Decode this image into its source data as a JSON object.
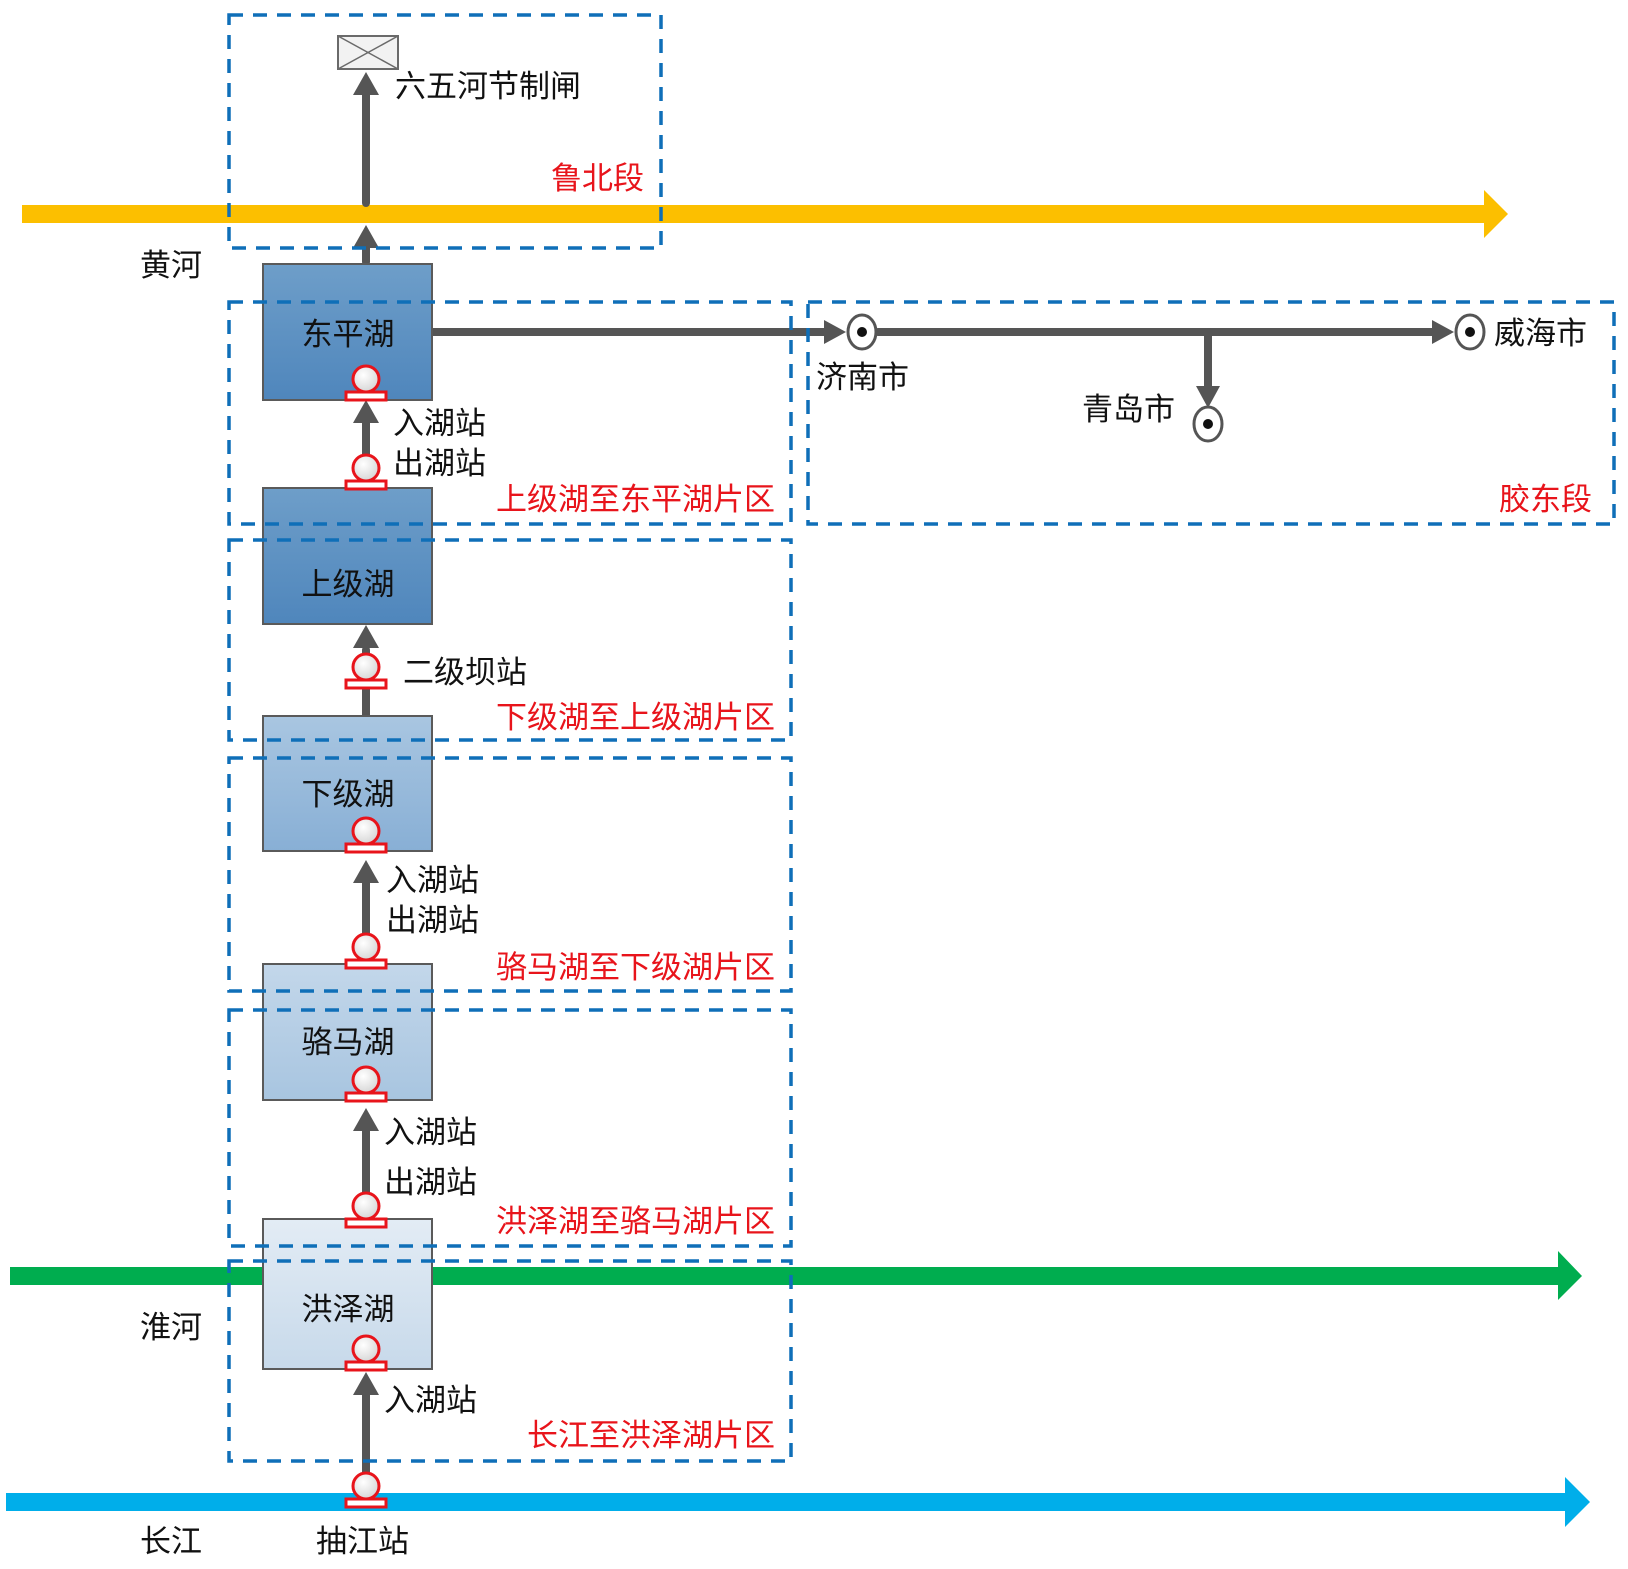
{
  "title": "南水北调东线工程示意图",
  "rivers": [
    {
      "id": "yellow",
      "name": "黄河",
      "color": "#fcbf00"
    },
    {
      "id": "huai",
      "name": "淮河",
      "color": "#00ad4f"
    },
    {
      "id": "yangtze",
      "name": "长江",
      "color": "#00aeea"
    }
  ],
  "lakes": [
    {
      "id": "dongping",
      "name": "东平湖",
      "gradient": [
        "#6e9ec9",
        "#4f86bc"
      ]
    },
    {
      "id": "shangji",
      "name": "上级湖",
      "gradient": [
        "#6e9ec9",
        "#4f86bc"
      ]
    },
    {
      "id": "xiaji",
      "name": "下级湖",
      "gradient": [
        "#a9c6e1",
        "#88afd5"
      ]
    },
    {
      "id": "luoma",
      "name": "骆马湖",
      "gradient": [
        "#c3d7ea",
        "#a8c5e0"
      ]
    },
    {
      "id": "hongze",
      "name": "洪泽湖",
      "gradient": [
        "#e3ecf5",
        "#c7d9ea"
      ]
    }
  ],
  "stations": {
    "in_lake": "入湖站",
    "out_lake": "出湖站",
    "erjiba": "二级坝站",
    "choujiang": "抽江站",
    "liuwuhe_gate": "六五河节制闸"
  },
  "zones": [
    {
      "id": "lubei",
      "name": "鲁北段"
    },
    {
      "id": "shangji-dongping",
      "name": "上级湖至东平湖片区"
    },
    {
      "id": "jiaodong",
      "name": "胶东段"
    },
    {
      "id": "xiaji-shangji",
      "name": "下级湖至上级湖片区"
    },
    {
      "id": "luoma-xiaji",
      "name": "骆马湖至下级湖片区"
    },
    {
      "id": "hongze-luoma",
      "name": "洪泽湖至骆马湖片区"
    },
    {
      "id": "yangtze-hongze",
      "name": "长江至洪泽湖片区"
    }
  ],
  "cities": [
    {
      "id": "jinan",
      "name": "济南市"
    },
    {
      "id": "qingdao",
      "name": "青岛市"
    },
    {
      "id": "weihai",
      "name": "威海市"
    }
  ],
  "colors": {
    "zone_border": "#0f6fb8",
    "zone_label": "#e8141b",
    "flow_arrow": "#555555",
    "pump_station": "#e8141b"
  }
}
